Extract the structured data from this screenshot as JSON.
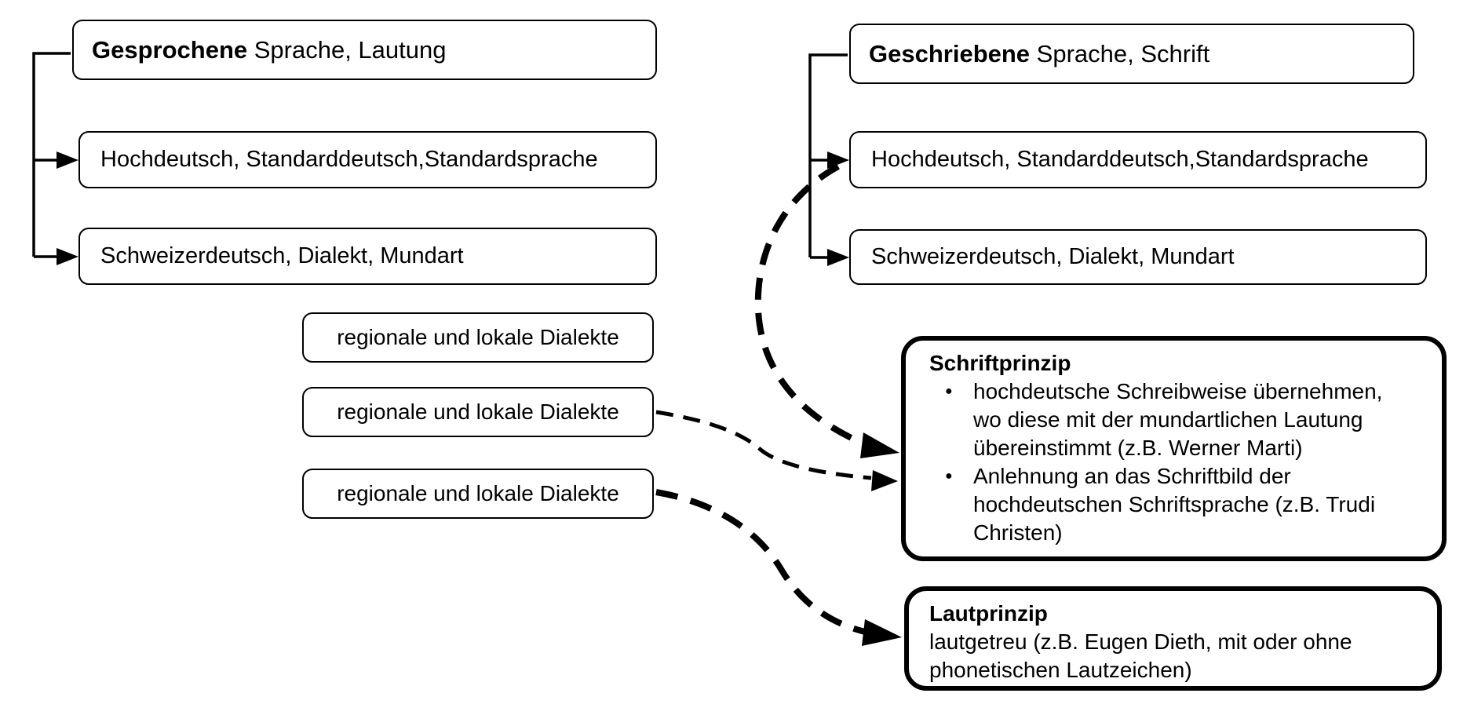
{
  "spoken": {
    "title_bold": "Gesprochene",
    "title_rest": " Sprache, Lautung",
    "children": [
      "Hochdeutsch, Standarddeutsch,Standardsprache",
      "Schweizerdeutsch, Dialekt, Mundart"
    ]
  },
  "written": {
    "title_bold": "Geschriebene",
    "title_rest": " Sprache, Schrift",
    "children": [
      "Hochdeutsch, Standarddeutsch,Standardsprache",
      "Schweizerdeutsch, Dialekt, Mundart"
    ]
  },
  "dialects": {
    "items": [
      "regionale und lokale Dialekte",
      "regionale und lokale Dialekte",
      "regionale und lokale Dialekte"
    ]
  },
  "schriftprinzip": {
    "title": "Schriftprinzip",
    "bullets": [
      "hochdeutsche Schreibweise übernehmen, wo diese mit der mundartlichen Lautung übereinstimmt (z.B. Werner Marti)",
      "Anlehnung an das Schriftbild der hochdeutschen Schriftsprache (z.B. Trudi Christen)"
    ]
  },
  "lautprinzip": {
    "title": "Lautprinzip",
    "body": "lautgetreu (z.B. Eugen Dieth, mit oder ohne phonetischen Lautzeichen)"
  },
  "colors": {
    "ink": "#000000",
    "paper": "#ffffff"
  }
}
